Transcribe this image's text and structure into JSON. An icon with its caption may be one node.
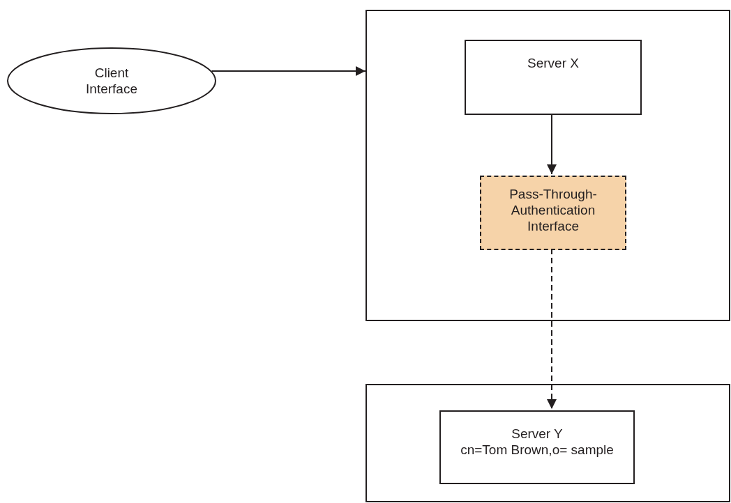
{
  "diagram": {
    "nodes": [
      {
        "text": [
          "Client Interface"
        ]
      },
      {
        "text": [],
        "shape": "box"
      },
      {
        "text": [
          "Server X"
        ],
        "in": 1
      },
      {
        "text": [
          "Pass-Through-Authentication Interface"
        ],
        "in": 1
      },
      {
        "text": [],
        "shape": "box"
      },
      {
        "text": [
          "Server Y",
          "cn=Tom Brown,o= sample"
        ],
        "in": 4
      }
    ],
    "edges": [
      {
        "from": 0,
        "to": 1,
        "arrow": "to"
      },
      {
        "from": 2,
        "to": 3,
        "arrow": "to"
      },
      {
        "from": 3,
        "to": 5,
        "arrow": "to",
        "style": "dashed"
      }
    ]
  }
}
